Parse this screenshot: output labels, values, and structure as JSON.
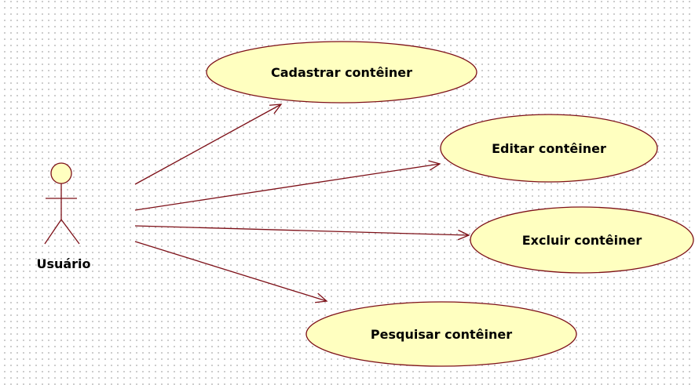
{
  "colors": {
    "usecase_fill": "#ffffc0",
    "usecase_stroke": "#7d1018",
    "association_stroke": "#7d1018",
    "actor_fill": "#ffffc0",
    "actor_stroke": "#7d1018",
    "grid_dot": "#b9b9b9"
  },
  "actor": {
    "label": "Usuário",
    "icon": "stick-figure-actor-icon"
  },
  "use_cases": [
    {
      "id": "cadastrar",
      "label": "Cadastrar contêiner"
    },
    {
      "id": "editar",
      "label": "Editar contêiner"
    },
    {
      "id": "excluir",
      "label": "Excluir contêiner"
    },
    {
      "id": "pesquisar",
      "label": "Pesquisar contêiner"
    }
  ],
  "associations": [
    {
      "from": "actor",
      "to": "cadastrar",
      "arrow": "open"
    },
    {
      "from": "actor",
      "to": "editar",
      "arrow": "open"
    },
    {
      "from": "actor",
      "to": "excluir",
      "arrow": "open"
    },
    {
      "from": "actor",
      "to": "pesquisar",
      "arrow": "open"
    }
  ]
}
